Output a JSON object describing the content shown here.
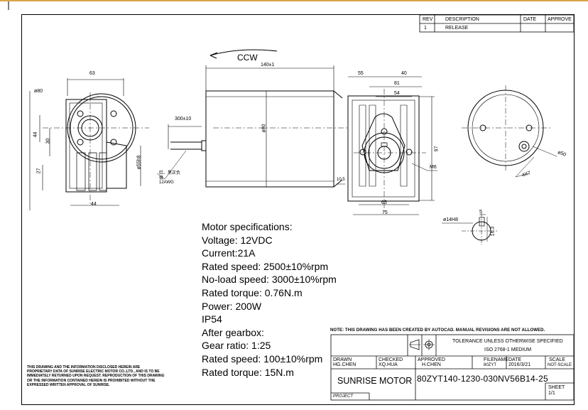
{
  "revision_table": {
    "headers": [
      "REV",
      "DESCRIPTION",
      "DATE",
      "APPROVE"
    ],
    "rows": [
      [
        "1",
        "RELEASE",
        "",
        ""
      ]
    ]
  },
  "views": {
    "side_view": {
      "width_63": "63",
      "dia_80": "ø80",
      "dim_44_left": "44",
      "dim_30": "30",
      "dim_27": "27",
      "dim_55h8": "ø55h8",
      "dim_44_bottom": "44"
    },
    "motor_view": {
      "rotation": "CCW",
      "length": "140±1",
      "lead_length": "300±10",
      "body_dia": "ø80",
      "shaft_len": "10.5",
      "wire_note_line1": "红、黑正负",
      "wire_note_line2": "极",
      "wire_gauge": "12AWG"
    },
    "gearbox_view": {
      "dim_55": "55",
      "dim_40": "40",
      "dim_81": "81",
      "dim_54": "54",
      "dim_97": "97",
      "thread": "M6",
      "dim_65": "65",
      "dim_75": "75"
    },
    "end_view": {
      "dia_50": "ø50",
      "dim_4x7": "4X7"
    },
    "shaft_detail": {
      "bore": "ø14H8",
      "key_width": "5",
      "key_height": "16.3"
    }
  },
  "specifications": {
    "heading": "Motor specifications:",
    "lines": [
      "Voltage: 12VDC",
      "Current:21A",
      "Rated speed: 2500±10%rpm",
      "No-load speed: 3000±10%rpm",
      "Rated torque: 0.76N.m",
      "Power: 200W",
      "IP54",
      "After gearbox:",
      "Gear ratio: 1:25",
      "Rated speed: 100±10%rpm",
      "Rated torque: 15N.m"
    ]
  },
  "note": "NOTE: THIS DRAWING HAS BEEN CREATED BY AUTOCAD. MANUAL REVISIONS ARE NOT ALLOWED.",
  "disclaimer": "THIS DRAWING AND THE INFORMATION DISCLOSED HEREIN ARE PROPRIETARY DATA OF SUNRISE ELECTRIC MOTOR CO.,LTD., AND IS TO BE IMMEDIATELY RETURNED UPON REQUEST. REPRODUCTION OF THIS DRAWING OR THE INFORMATION CONTAINED HEREIN IS PROHIBITED WITHOUT THE EXPRESSED WRITTEN APPROVAL OF SUNRISE.",
  "title_block": {
    "tolerance_line1": "TOLERANCE UNLESS OTHERWISE SPECIFIED",
    "tolerance_line2": "ISO 2768-1 MEDIUM",
    "drawn_label": "DRAWN",
    "drawn_by": "HG.CHEN",
    "checked_label": "CHECKED",
    "checked_by": "XQ.HUA",
    "approved_label": "APPROVED",
    "approved_by": "H.CHEN",
    "filename_label": "FILENAME",
    "filename": "80ZYT",
    "date_label": "DATE",
    "date": "2016/3/21",
    "scale_label": "SCALE",
    "scale": "NOT-SCALE",
    "company": "SUNRISE MOTOR",
    "part_number": "80ZYT140-1230-030NV56B14-25",
    "sheet_label": "SHEET",
    "sheet": "1/1",
    "project_label": "PROJECT"
  }
}
